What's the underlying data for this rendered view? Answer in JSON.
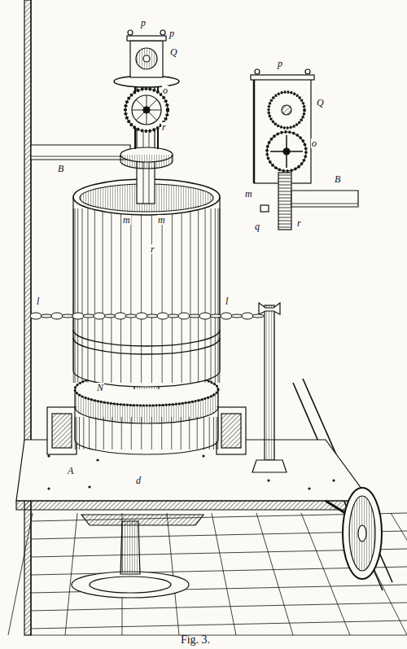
{
  "diagram": {
    "caption": "Fig. 3.",
    "labels": [
      "p",
      "p",
      "Q",
      "o",
      "r",
      "B",
      "m",
      "m",
      "r",
      "l",
      "l",
      "N",
      "A",
      "d",
      "p",
      "Q",
      "o",
      "m",
      "B",
      "r",
      "q"
    ]
  }
}
